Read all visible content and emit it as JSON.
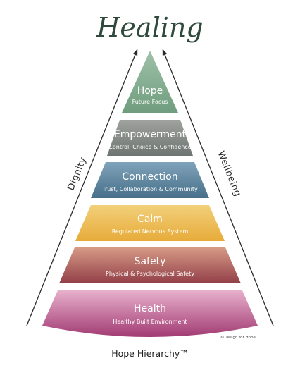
{
  "top_title": "Healing",
  "left_label": "Dignity",
  "right_label": "Wellbeing",
  "bottom_title": "Hope Hierarchy™",
  "credit": "©Design for Hope",
  "tiers": [
    {
      "title": "Hope",
      "subtitle": "Future Focus",
      "color_top": "#9fc1a9",
      "color_bottom": "#6f9d7d"
    },
    {
      "title": "Empowerment",
      "subtitle": "Control, Choice & Confidence",
      "color_top": "#a0a39e",
      "color_bottom": "#6d7471"
    },
    {
      "title": "Connection",
      "subtitle": "Trust, Collaboration & Community",
      "color_top": "#7fa3b9",
      "color_bottom": "#47708a"
    },
    {
      "title": "Calm",
      "subtitle": "Regulated Nervous System",
      "color_top": "#f2d07a",
      "color_bottom": "#e7ab3a"
    },
    {
      "title": "Safety",
      "subtitle": "Physical & Psychological Safety",
      "color_top": "#d69a86",
      "color_bottom": "#933f48"
    },
    {
      "title": "Health",
      "subtitle": "Healthy Built Environment",
      "color_top": "#e7b0cc",
      "color_bottom": "#a23b73"
    }
  ],
  "colors": {
    "arrow": "#2b2b2b",
    "title_green": "#2f4a3c"
  }
}
